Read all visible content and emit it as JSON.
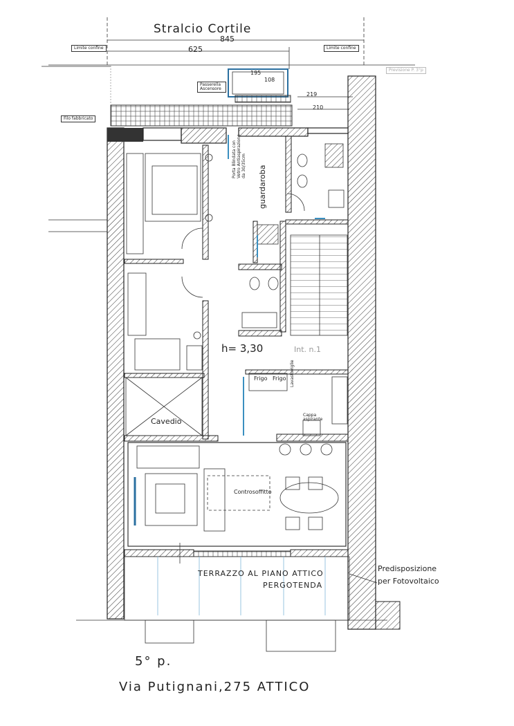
{
  "header": {
    "title": "Stralcio Cortile",
    "dim_total": "845",
    "dim_inner": "625",
    "limite_left": "Limite confine",
    "limite_right": "Limite confine",
    "previsione": "Previsione P. 3°p"
  },
  "lift": {
    "label": "Passerella Ascensore",
    "dim_a": "195",
    "dim_b": "108",
    "dim_c": "219",
    "dim_d": "210"
  },
  "left_note": "Filo fabbricato",
  "door_note": "Porta Blindata con Vetro Antiaspirazione da 30/35cm",
  "rooms": {
    "wardrobe": "guardaroba",
    "cavedio": "Cavedio",
    "frigo1": "Frigo",
    "frigo2": "Frigo",
    "lavastoviglie": "Lavastoviglie",
    "cappa": "Cappa aspirante",
    "controsoffitto": "Controsoffitto"
  },
  "height_label": "h= 3,30",
  "unit_label": "Int. n.1",
  "terrace": {
    "line1": "TERRAZZO AL PIANO ATTICO",
    "line2": "PERGOTENDA"
  },
  "pv": {
    "line1": "Predisposizione",
    "line2": "per Fotovoltaico"
  },
  "footer": {
    "floor": "5° p.",
    "address": "Via Putignani,275 ATTICO"
  },
  "colors": {
    "line": "#222222",
    "accent": "#3a8fc0"
  }
}
